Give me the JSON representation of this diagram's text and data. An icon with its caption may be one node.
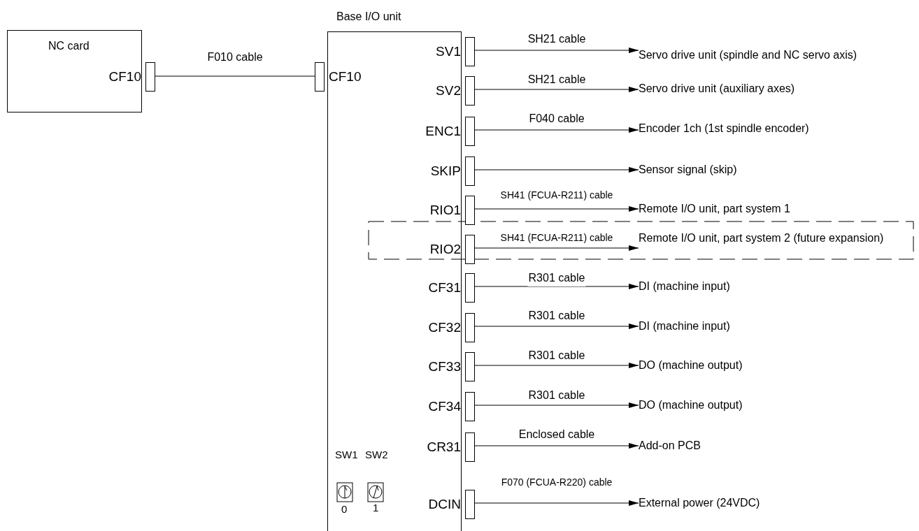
{
  "diagram": {
    "nodes": [
      {
        "text": [
          "NC card"
        ]
      },
      {
        "text": [],
        "shape": "bar",
        "beside": [
          "CF10"
        ]
      },
      {
        "text": [
          "Base I/O unit"
        ]
      },
      {
        "text": [],
        "shape": "bar",
        "beside": [
          "CF10"
        ]
      },
      {
        "text": [],
        "shape": "bar",
        "beside": [
          "SV1"
        ]
      },
      {
        "text": [],
        "shape": "bar",
        "beside": [
          "SV2"
        ]
      },
      {
        "text": [],
        "shape": "bar",
        "beside": [
          "ENC1"
        ]
      },
      {
        "text": [],
        "shape": "bar",
        "beside": [
          "SKIP"
        ]
      },
      {
        "text": [],
        "shape": "bar",
        "beside": [
          "RIO1"
        ]
      },
      {
        "text": [],
        "shape": "bar",
        "beside": [
          "RIO2"
        ]
      },
      {
        "text": [],
        "shape": "bar",
        "beside": [
          "CF31"
        ]
      },
      {
        "text": [],
        "shape": "bar",
        "beside": [
          "CF32"
        ]
      },
      {
        "text": [],
        "shape": "bar",
        "beside": [
          "CF33"
        ]
      },
      {
        "text": [],
        "shape": "bar",
        "beside": [
          "CF34"
        ]
      },
      {
        "text": [],
        "shape": "bar",
        "beside": [
          "CR31"
        ]
      },
      {
        "text": [],
        "shape": "bar",
        "beside": [
          "DCIN"
        ]
      },
      {
        "text": [
          "Servo drive unit (spindle and NC servo axis)"
        ]
      },
      {
        "text": [
          "Servo drive unit (auxiliary axes)"
        ]
      },
      {
        "text": [
          "Encoder 1ch (1st spindle encoder)"
        ]
      },
      {
        "text": [
          "Sensor signal (skip)"
        ]
      },
      {
        "text": [
          "Remote I/O unit, part system 1"
        ]
      },
      {
        "text": [
          "Remote I/O unit, part system 2 (future expansion)"
        ]
      },
      {
        "text": [
          "DI (machine input)"
        ]
      },
      {
        "text": [
          "DI (machine input)"
        ]
      },
      {
        "text": [
          "DO (machine output)"
        ]
      },
      {
        "text": [
          "DO (machine output)"
        ]
      },
      {
        "text": [
          "Add-on PCB"
        ]
      },
      {
        "text": [
          "External power (24VDC)"
        ]
      }
    ],
    "edges": [
      {
        "from": 1,
        "to": 3,
        "arrow": "none",
        "label": "F010 cable"
      },
      {
        "from": 4,
        "to": 16,
        "arrow": "to",
        "label": "SH21 cable"
      },
      {
        "from": 5,
        "to": 17,
        "arrow": "to",
        "label": "SH21 cable"
      },
      {
        "from": 6,
        "to": 18,
        "arrow": "to",
        "label": "F040 cable"
      },
      {
        "from": 7,
        "to": 19,
        "arrow": "to"
      },
      {
        "from": 8,
        "to": 20,
        "arrow": "to",
        "label": "SH41 (FCUA-R211) cable"
      },
      {
        "from": 9,
        "to": 21,
        "arrow": "to",
        "label": "SH41 (FCUA-R211) cable"
      },
      {
        "from": 10,
        "to": 22,
        "arrow": "to",
        "label": "R301 cable"
      },
      {
        "from": 11,
        "to": 23,
        "arrow": "to",
        "label": "R301 cable"
      },
      {
        "from": 12,
        "to": 24,
        "arrow": "to",
        "label": "R301 cable"
      },
      {
        "from": 13,
        "to": 25,
        "arrow": "to",
        "label": "R301 cable"
      },
      {
        "from": 14,
        "to": 26,
        "arrow": "to",
        "label": "Enclosed cable"
      },
      {
        "from": 15,
        "to": 27,
        "arrow": "to",
        "label": "F070 (FCUA-R220) cable"
      }
    ],
    "labels": [
      "SW1",
      "SW2",
      "0",
      "1"
    ]
  }
}
